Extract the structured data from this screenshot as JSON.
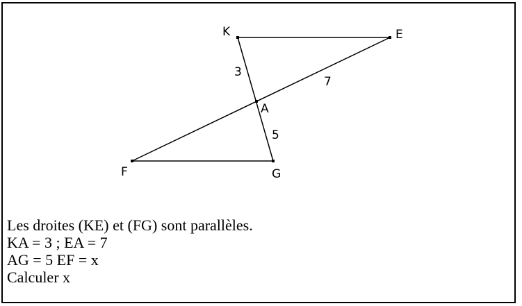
{
  "figure": {
    "points": {
      "K": "K",
      "E": "E",
      "A": "A",
      "F": "F",
      "G": "G"
    },
    "lengths": {
      "KA": "3",
      "EA": "7",
      "AG": "5"
    }
  },
  "statement": {
    "line1": "Les droites (KE) et (FG) sont parallèles.",
    "line2": "KA = 3 ; EA = 7",
    "line3": "AG = 5 EF = x",
    "line4": "Calculer x"
  }
}
